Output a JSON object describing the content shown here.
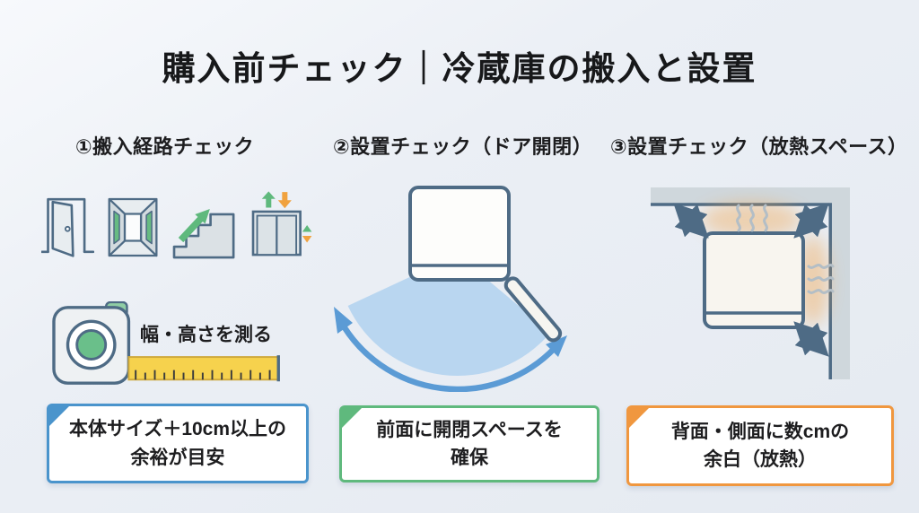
{
  "title": "購入前チェック｜冷蔵庫の搬入と設置",
  "sections": [
    {
      "heading": "①搬入経路チェック",
      "icons": [
        "door-icon",
        "hallway-icon",
        "stairs-icon",
        "elevator-icon",
        "tape-measure-icon"
      ],
      "caption": "幅・高さを測る",
      "note": {
        "line1": "本体サイズ＋10cm以上の",
        "line2": "余裕が目安",
        "accent": "#4a94cc"
      }
    },
    {
      "heading": "②設置チェック（ドア開閉）",
      "icons": [
        "fridge-top-view-icon",
        "door-swing-arc-icon"
      ],
      "note": {
        "line1": "前面に開閉スペースを",
        "line2": "確保",
        "accent": "#5fb97d"
      }
    },
    {
      "heading": "③設置チェック（放熱スペース）",
      "icons": [
        "wall-corner-icon",
        "fridge-top-view-icon",
        "heat-waves-icon",
        "clearance-arrows-icon"
      ],
      "note": {
        "line1": "背面・側面に数cmの",
        "line2": "余白（放熱）",
        "accent": "#f0973f"
      }
    }
  ],
  "colors": {
    "outline": "#4e6b85",
    "green": "#5fb97d",
    "orange": "#f0a23f",
    "blue": "#4a94cc",
    "fan_blue": "#b9d6f0",
    "wall_gray": "#cfd7dc"
  },
  "decorations": [
    "sparkle-icon"
  ]
}
